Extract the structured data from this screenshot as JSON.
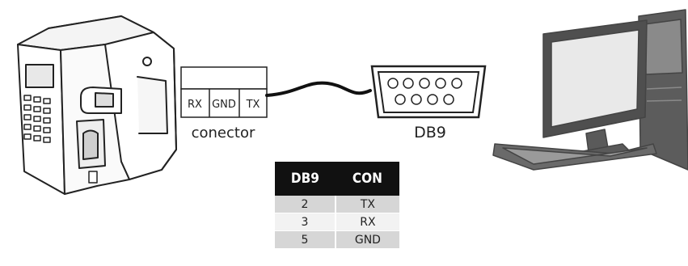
{
  "connector": {
    "pins": [
      "RX",
      "GND",
      "TX"
    ],
    "label": "conector"
  },
  "db9": {
    "label": "DB9"
  },
  "pin_table": {
    "headers": [
      "DB9",
      "CON"
    ],
    "rows": [
      [
        "2",
        "TX"
      ],
      [
        "3",
        "RX"
      ],
      [
        "5",
        "GND"
      ]
    ]
  }
}
